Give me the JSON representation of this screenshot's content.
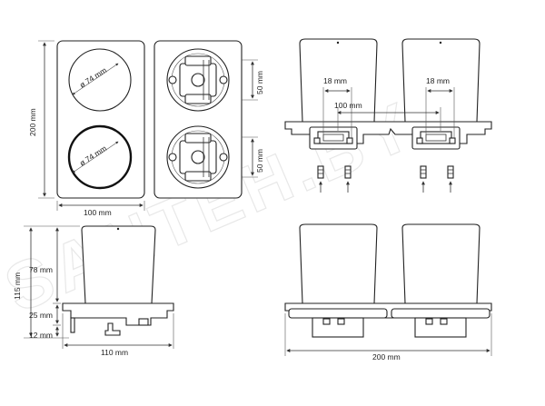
{
  "watermark": "SANTEH.BY",
  "front_view": {
    "dia_top": "ø 74 mm",
    "dia_bottom": "ø 74 mm",
    "height": "200 mm",
    "width": "100 mm"
  },
  "back_view": {
    "offset_top": "50 mm",
    "offset_bottom": "50 mm"
  },
  "top_right_view": {
    "inner_left": "18 mm",
    "inner_right": "18 mm",
    "center_spacing": "100 mm"
  },
  "side_view": {
    "cap_height": "78 mm",
    "total_height": "115 mm",
    "flange_height": "25 mm",
    "base_height": "12 mm",
    "depth": "110 mm"
  },
  "bottom_right_view": {
    "total_width": "200 mm"
  },
  "colors": {
    "line": "#222222",
    "dimension": "#333333",
    "watermark": "#e8e8e8"
  }
}
